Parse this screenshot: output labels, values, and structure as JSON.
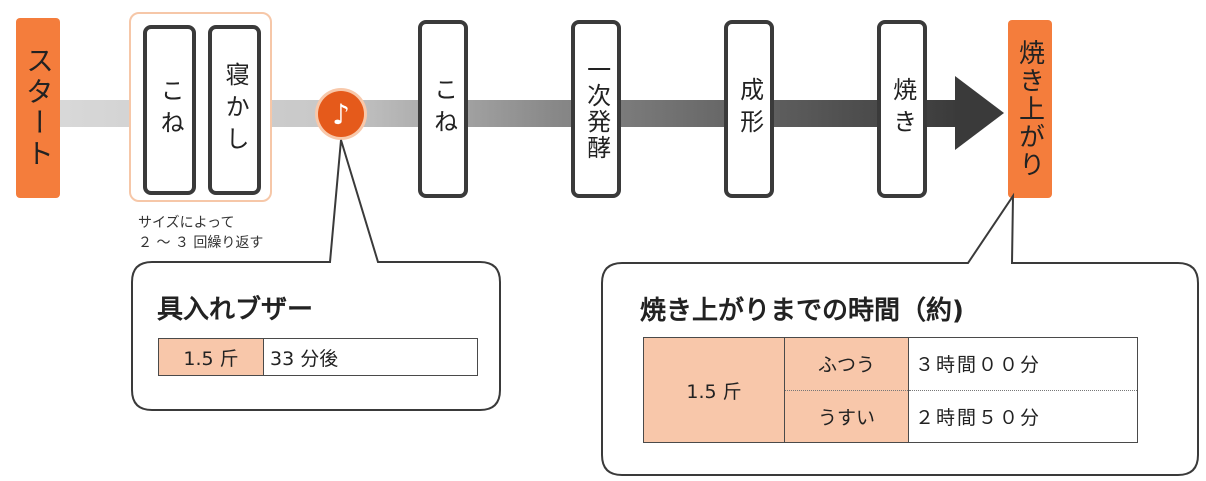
{
  "steps": {
    "start": "スタート",
    "knead1": "こね",
    "rest": "寝かし",
    "knead2": "こね",
    "first_fermentation": "一次発酵",
    "shaping": "成形",
    "baking": "焼き",
    "done": "焼き上がり"
  },
  "repeat_note": {
    "line1": "サイズによって",
    "line2": "２ ～ ３ 回繰り返す"
  },
  "buzzer_icon": "music-note-icon",
  "buzzer_callout": {
    "title": "具入れブザー",
    "size": "1.5 斤",
    "time": "33 分後"
  },
  "time_callout": {
    "title": "焼き上がりまでの時間（約)",
    "size": "1.5 斤",
    "rows": [
      {
        "mode": "ふつう",
        "time": "３時間００分"
      },
      {
        "mode": "うすい",
        "time": "２時間５０分"
      }
    ]
  },
  "colors": {
    "accent": "#f47d3c",
    "peach": "#f8c7aa",
    "icon": "#e55a1b"
  }
}
